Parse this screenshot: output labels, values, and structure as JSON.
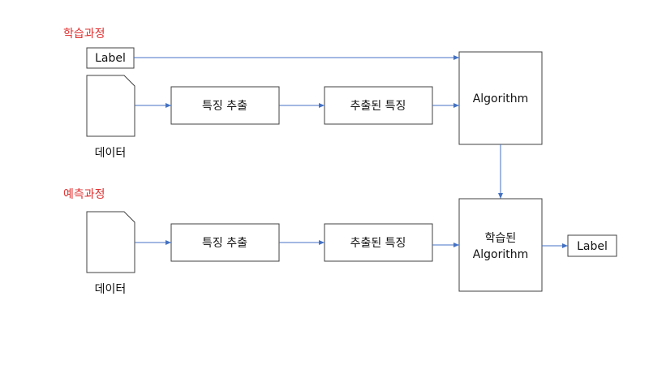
{
  "colors": {
    "section": "#e03030",
    "box_border": "#404040",
    "arrow": "#4472c4"
  },
  "training": {
    "section_title": "학습과정",
    "label": "Label",
    "data_label": "데이터",
    "feature_extraction": "특징 추출",
    "extracted_features": "추출된 특징",
    "algorithm": "Algorithm"
  },
  "prediction": {
    "section_title": "예측과정",
    "data_label": "데이터",
    "feature_extraction": "특징 추출",
    "extracted_features": "추출된 특징",
    "trained_algorithm_line1": "학습된",
    "trained_algorithm_line2": "Algorithm",
    "label": "Label"
  }
}
